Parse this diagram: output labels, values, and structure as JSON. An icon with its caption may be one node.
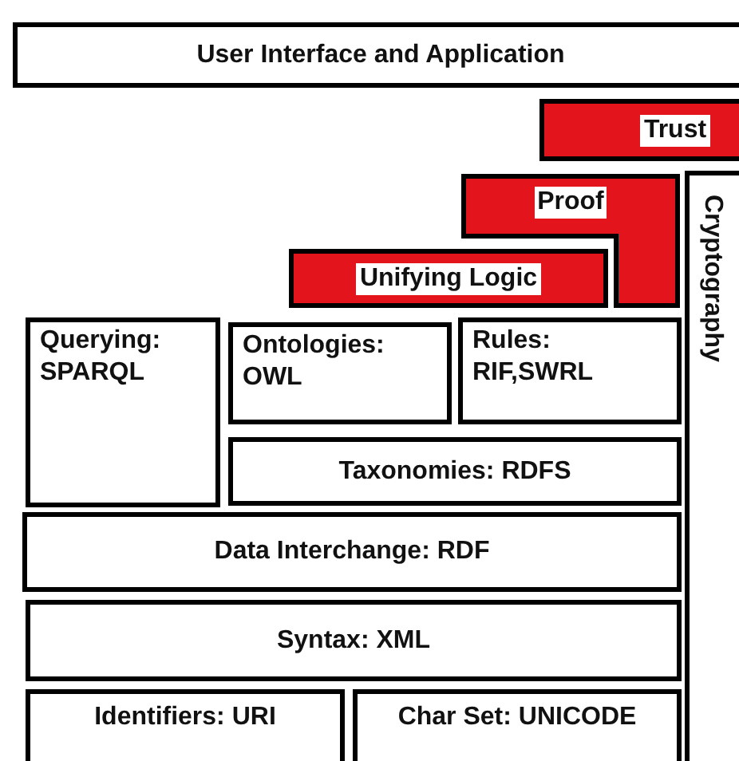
{
  "diagram": {
    "nodes": [
      {
        "text": [
          "User Interface and Application"
        ]
      },
      {
        "text": [
          "Trust"
        ]
      },
      {
        "text": [
          "Proof"
        ]
      },
      {
        "text": [
          "Unifying Logic"
        ]
      },
      {
        "text": [
          "Cryptography"
        ]
      },
      {
        "text": [
          "Querying: SPARQL"
        ]
      },
      {
        "text": [
          "Ontologies: OWL"
        ]
      },
      {
        "text": [
          "Rules: RIF,SWRL"
        ]
      },
      {
        "text": [
          "Taxonomies: RDFS"
        ]
      },
      {
        "text": [
          "Data Interchange: RDF"
        ]
      },
      {
        "text": [
          "Syntax: XML"
        ]
      },
      {
        "text": [
          "Identifiers: URI"
        ]
      },
      {
        "text": [
          "Char Set: UNICODE"
        ]
      }
    ]
  }
}
